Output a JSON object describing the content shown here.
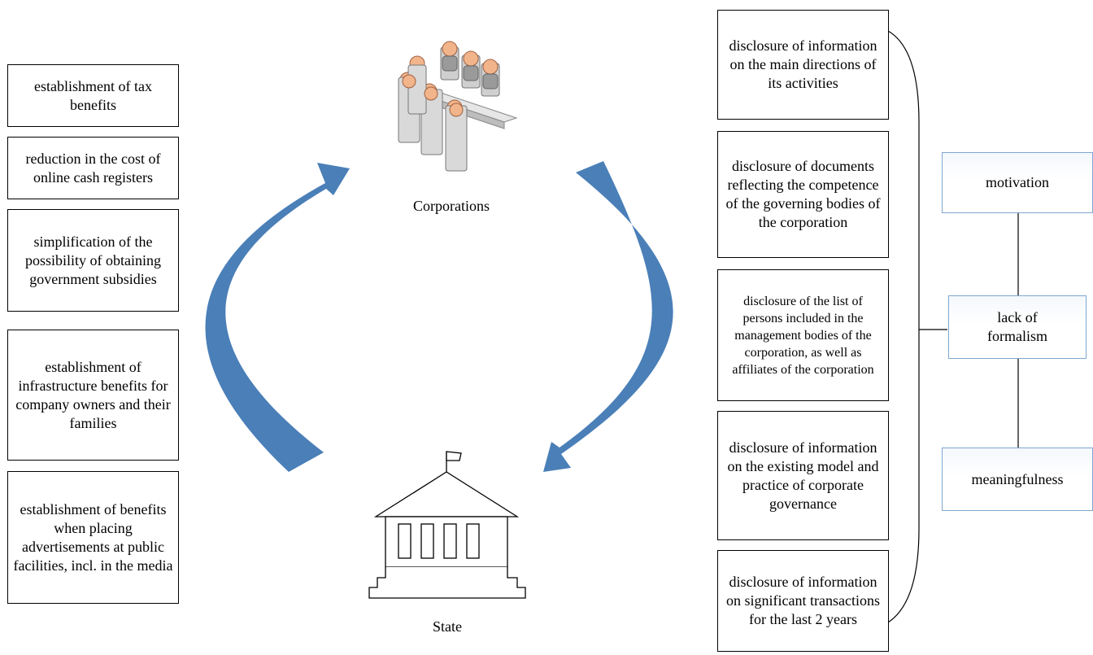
{
  "benefits": [
    "establishment of tax benefits",
    "reduction in the cost of online cash registers",
    "simplification of the possibility of obtaining government subsidies",
    "establishment of infrastructure benefits for company owners and their families",
    "establishment of benefits when placing advertisements at public facilities, incl. in the media"
  ],
  "disclosures": [
    "disclosure of information on the main directions of its activities",
    "disclosure of documents reflecting the competence of the governing bodies of the corporation",
    "disclosure of the list of persons included in the management bodies of the corporation, as well as affiliates of the corporation",
    "disclosure of information on the existing model and practice of corporate governance",
    "disclosure of information on significant transactions for the last 2 years"
  ],
  "qualities": [
    "motivation",
    "lack of formalism",
    "meaningfulness"
  ],
  "corporations_label": "Corporations",
  "state_label": "State",
  "colors": {
    "arrow": "#4a7fb8",
    "quality_border": "#7fa7cf",
    "line": "#000000"
  },
  "icons": {
    "corporations": "meeting-table-icon",
    "state": "government-building-icon"
  }
}
